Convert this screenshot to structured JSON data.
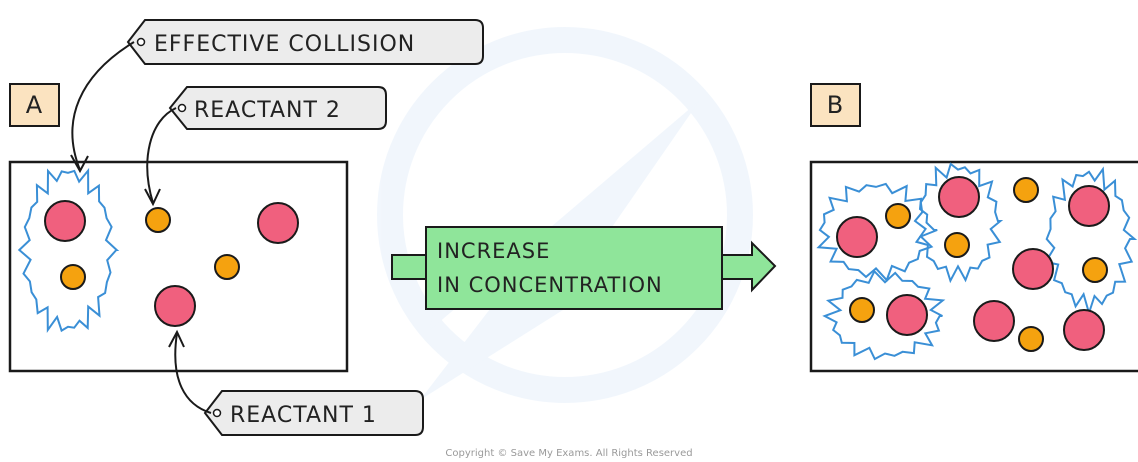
{
  "panel_a": {
    "letter": "A"
  },
  "panel_b": {
    "letter": "B"
  },
  "labels": {
    "effective_collision": "EFFECTIVE COLLISION",
    "reactant_2": "REACTANT 2",
    "reactant_1": "REACTANT 1"
  },
  "process_arrow": {
    "line1": "INCREASE",
    "line2": "IN CONCENTRATION"
  },
  "copyright": "Copyright © Save My Exams. All Rights Reserved",
  "colors": {
    "reactant_1": "#f0607e",
    "reactant_2": "#f5a20f",
    "collision_outline": "#3a8fd6",
    "letter_box": "#fbe3c0",
    "arrow_fill": "#8fe59a",
    "tag_fill": "#ececec",
    "outline": "#1a1a1a"
  }
}
